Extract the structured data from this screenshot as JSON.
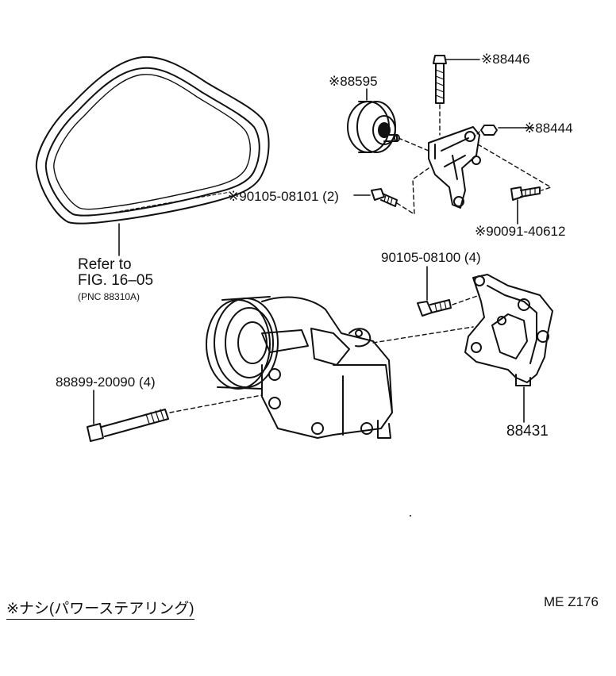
{
  "callouts": {
    "belt_ref_line1": "Refer to",
    "belt_ref_line2": "FIG. 16–05",
    "belt_ref_line3": "(PNC 88310A)",
    "idler_pulley": "※88595",
    "bracket_bolt": "※88446",
    "bracket_nut": "※88444",
    "idler_bolt": "※90105-08101 (2)",
    "bracket_lower_bolt": "※90091-40612",
    "bracket_mount_bolt": "90105-08100 (4)",
    "compressor_bolt": "88899-20090 (4)",
    "compressor_bracket": "88431"
  },
  "footnote": "※ナシ(パワーステアリング)",
  "figure_code": "ME Z176",
  "icons": [
    "v-belt",
    "idler-pulley",
    "bolt",
    "nut",
    "bracket",
    "compressor",
    "compressor-bracket"
  ]
}
